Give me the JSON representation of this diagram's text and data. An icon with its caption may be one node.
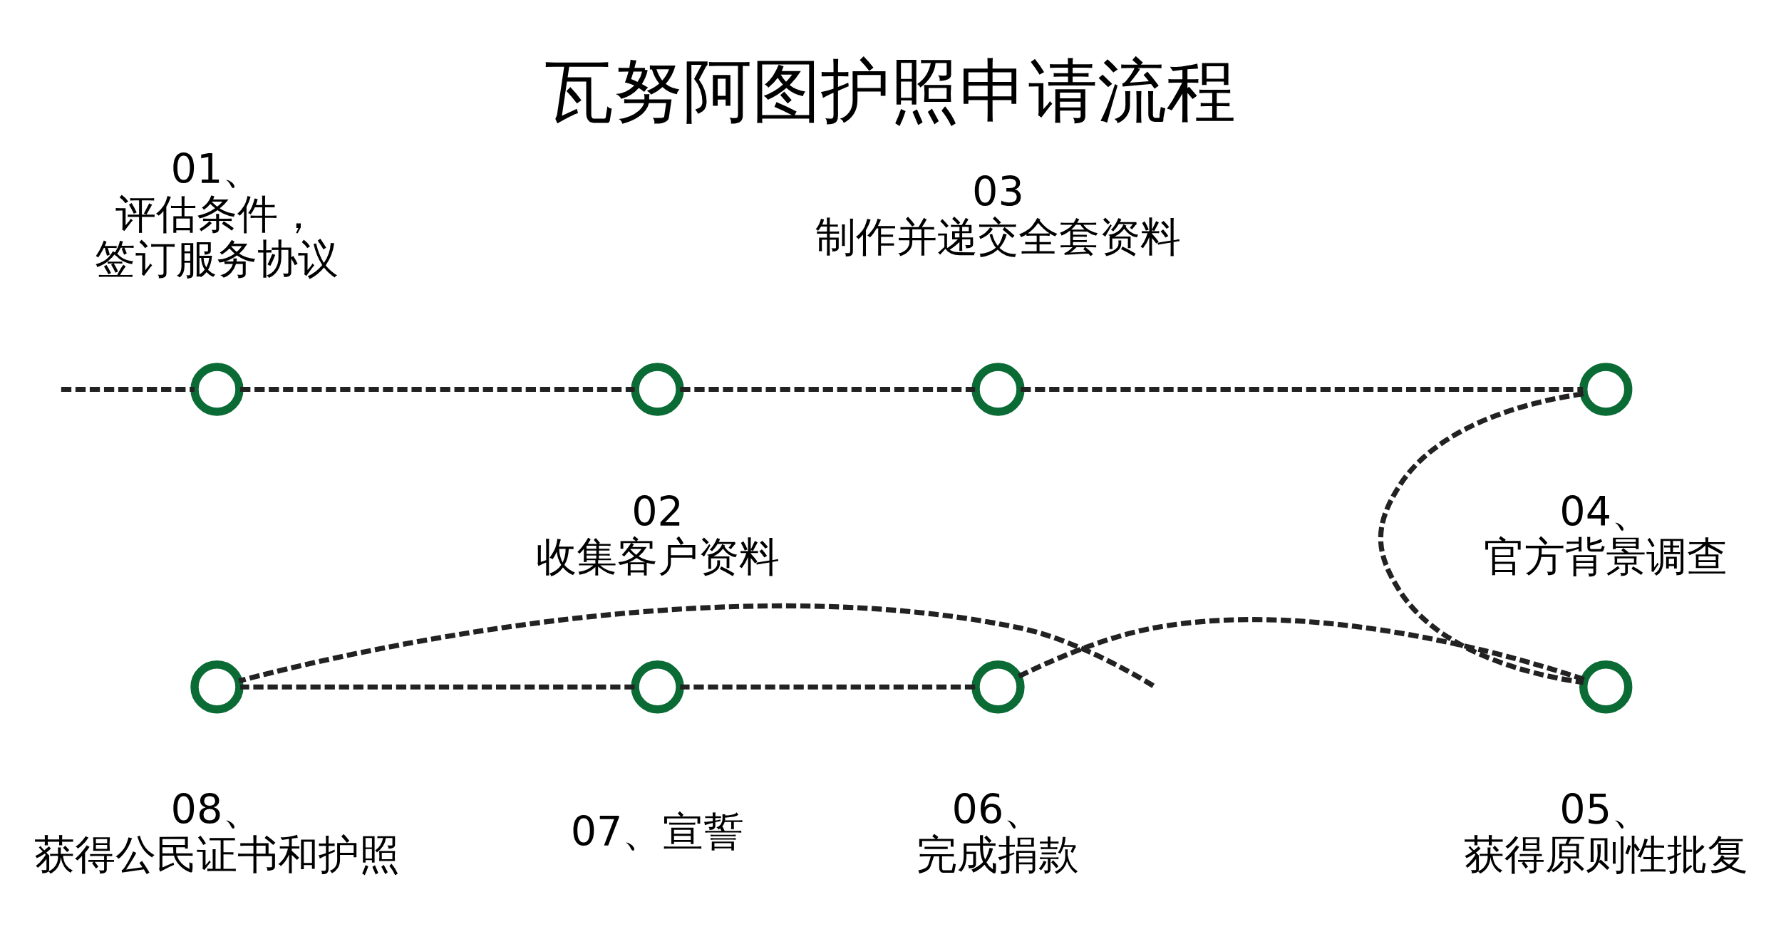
{
  "diagram": {
    "title": "瓦努阿图护照申请流程",
    "nodes": [
      {
        "text": [],
        "shape": "circle",
        "beside": [
          "01、",
          "评估条件，",
          "签订服务协议"
        ]
      },
      {
        "text": [],
        "shape": "circle",
        "beside": [
          "02",
          "收集客户资料"
        ]
      },
      {
        "text": [],
        "shape": "circle",
        "beside": [
          "03",
          "制作并递交全套资料"
        ]
      },
      {
        "text": [],
        "shape": "circle",
        "beside": [
          "04、",
          "官方背景调查"
        ]
      },
      {
        "text": [],
        "shape": "circle",
        "beside": [
          "05、",
          "获得原则性批复"
        ]
      },
      {
        "text": [],
        "shape": "circle",
        "beside": [
          "06、",
          "完成捐款"
        ]
      },
      {
        "text": [],
        "shape": "circle",
        "beside": [
          "07、宣誓"
        ]
      },
      {
        "text": [],
        "shape": "circle",
        "beside": [
          "08、",
          "获得公民证书和护照"
        ]
      }
    ],
    "edges": [
      {
        "from": null,
        "to": 0,
        "arrow": "none",
        "style": "dashed"
      },
      {
        "from": 0,
        "to": 1,
        "arrow": "none",
        "style": "dashed"
      },
      {
        "from": 1,
        "to": 2,
        "arrow": "none",
        "style": "dashed"
      },
      {
        "from": 2,
        "to": 3,
        "arrow": "none",
        "style": "dashed"
      },
      {
        "from": 3,
        "to": 4,
        "arrow": "none",
        "style": "dashed"
      },
      {
        "from": 4,
        "to": 5,
        "arrow": "none",
        "style": "dashed"
      },
      {
        "from": 5,
        "to": 6,
        "arrow": "none",
        "style": "dashed"
      },
      {
        "from": 6,
        "to": 7,
        "arrow": "none",
        "style": "dashed"
      },
      {
        "from": null,
        "to": 7,
        "arrow": "none",
        "style": "dashed"
      }
    ]
  }
}
